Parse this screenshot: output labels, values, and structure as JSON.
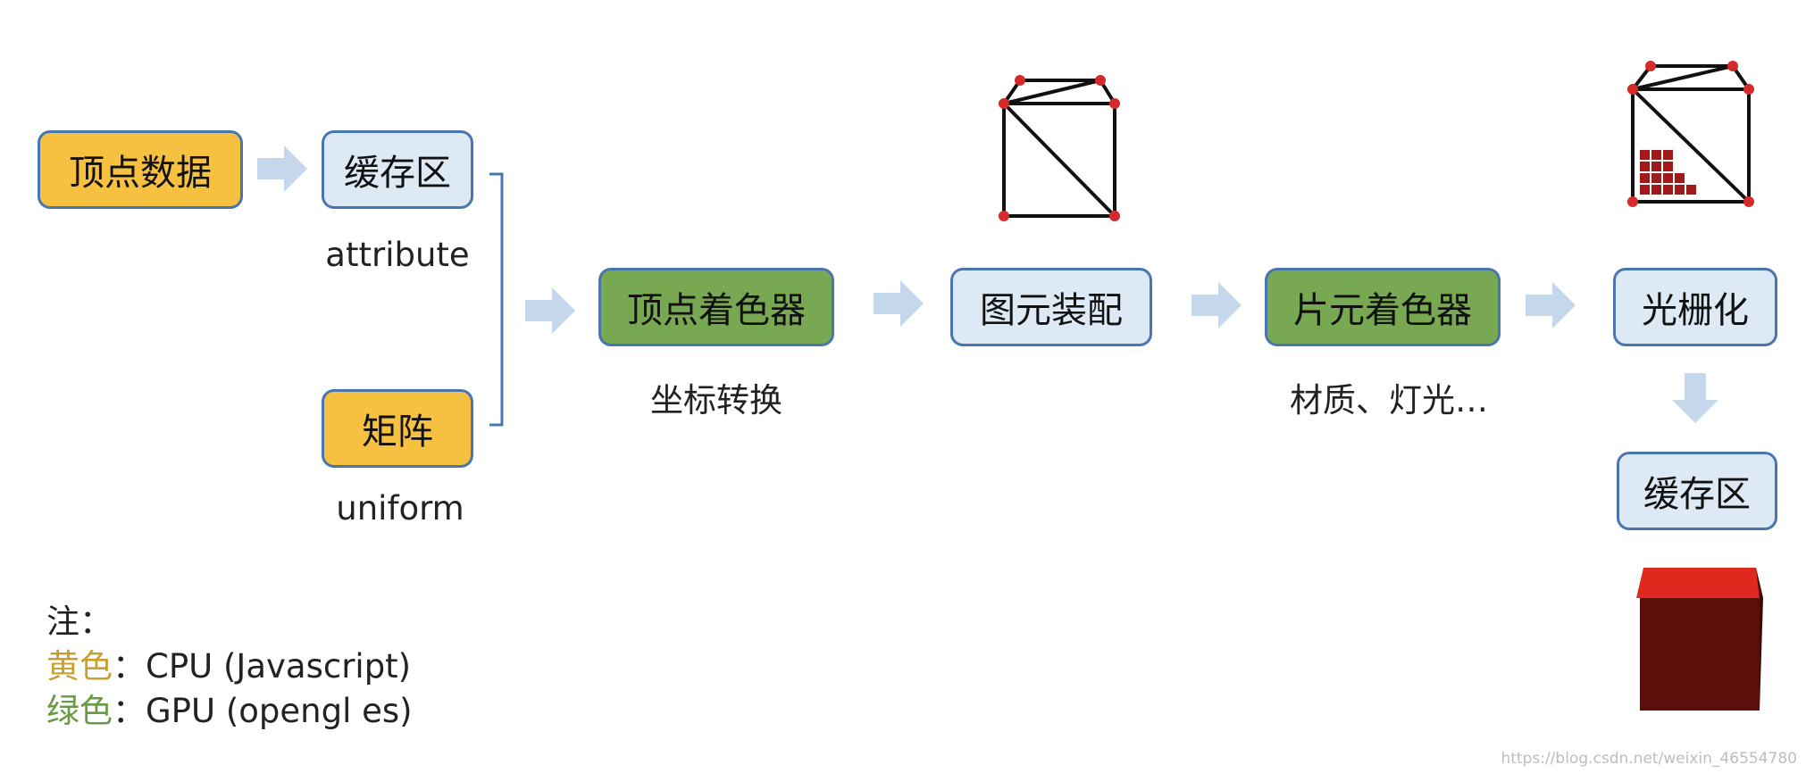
{
  "nodes": {
    "vertex_data": "顶点数据",
    "buffer_top": "缓存区",
    "matrix": "矩阵",
    "vertex_shader": "顶点着色器",
    "primitive_assembly": "图元装配",
    "fragment_shader": "片元着色器",
    "rasterization": "光栅化",
    "buffer_bottom": "缓存区"
  },
  "labels": {
    "attribute": "attribute",
    "uniform": "uniform",
    "coord_transform": "坐标转换",
    "material_light": "材质、灯光…"
  },
  "legend": {
    "note": "注：",
    "yellow_name": "黄色",
    "yellow_desc": "：CPU (Javascript)",
    "green_name": "绿色",
    "green_desc": "：GPU (opengl es)"
  },
  "watermark": "https://blog.csdn.net/weixin_46554780",
  "colors": {
    "cpu": "#f6c141",
    "gpu": "#78a852",
    "buffer": "#dde9f5",
    "border": "#4a76b0",
    "arrow": "#c5d7ea",
    "vertex_dot": "#d42a2a",
    "cube_front": "#5c0f0a",
    "cube_top": "#e0281e"
  }
}
